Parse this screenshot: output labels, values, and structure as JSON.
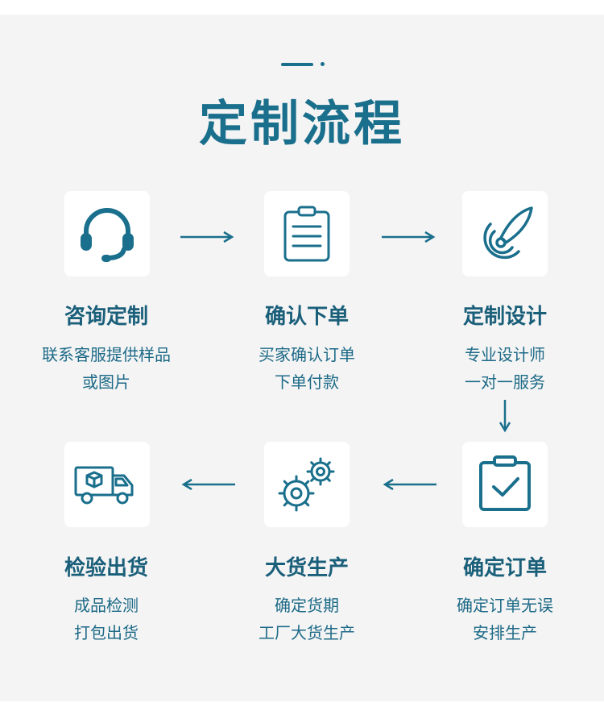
{
  "header": {
    "title": "定制流程"
  },
  "colors": {
    "primary": "#1a6f8c",
    "panel_bg": "#f4f4f4",
    "card_bg": "#ffffff"
  },
  "steps": [
    {
      "icon": "headset-icon",
      "title": "咨询定制",
      "desc_line1": "联系客服提供样品",
      "desc_line2": "或图片"
    },
    {
      "icon": "clipboard-icon",
      "title": "确认下单",
      "desc_line1": "买家确认订单",
      "desc_line2": "下单付款"
    },
    {
      "icon": "pen-design-icon",
      "title": "定制设计",
      "desc_line1": "专业设计师",
      "desc_line2": "一对一服务"
    },
    {
      "icon": "clipboard-check-icon",
      "title": "确定订单",
      "desc_line1": "确定订单无误",
      "desc_line2": "安排生产"
    },
    {
      "icon": "gears-icon",
      "title": "大货生产",
      "desc_line1": "确定货期",
      "desc_line2": "工厂大货生产"
    },
    {
      "icon": "delivery-truck-icon",
      "title": "检验出货",
      "desc_line1": "成品检测",
      "desc_line2": "打包出货"
    }
  ]
}
